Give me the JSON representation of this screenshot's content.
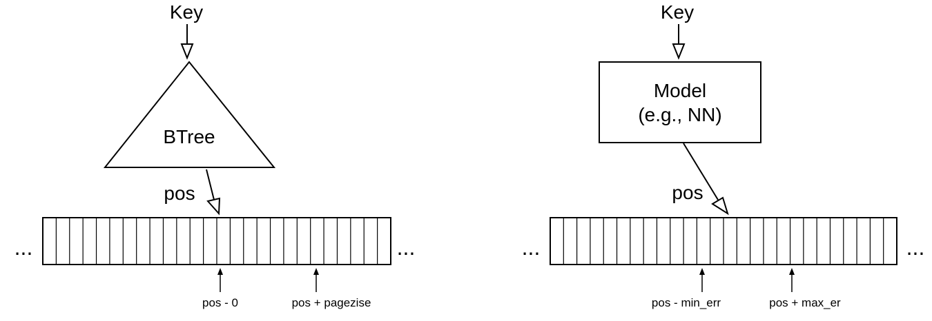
{
  "left": {
    "key_label": "Key",
    "node_label": "BTree",
    "pos_label": "pos",
    "ellipsis_left": "...",
    "ellipsis_right": "...",
    "marker_a": "pos - 0",
    "marker_b": "pos + pagezise"
  },
  "right": {
    "key_label": "Key",
    "model_line1": "Model",
    "model_line2": "(e.g., NN)",
    "pos_label": "pos",
    "ellipsis_left": "...",
    "ellipsis_right": "...",
    "marker_a": "pos - min_err",
    "marker_b": "pos + max_er"
  }
}
